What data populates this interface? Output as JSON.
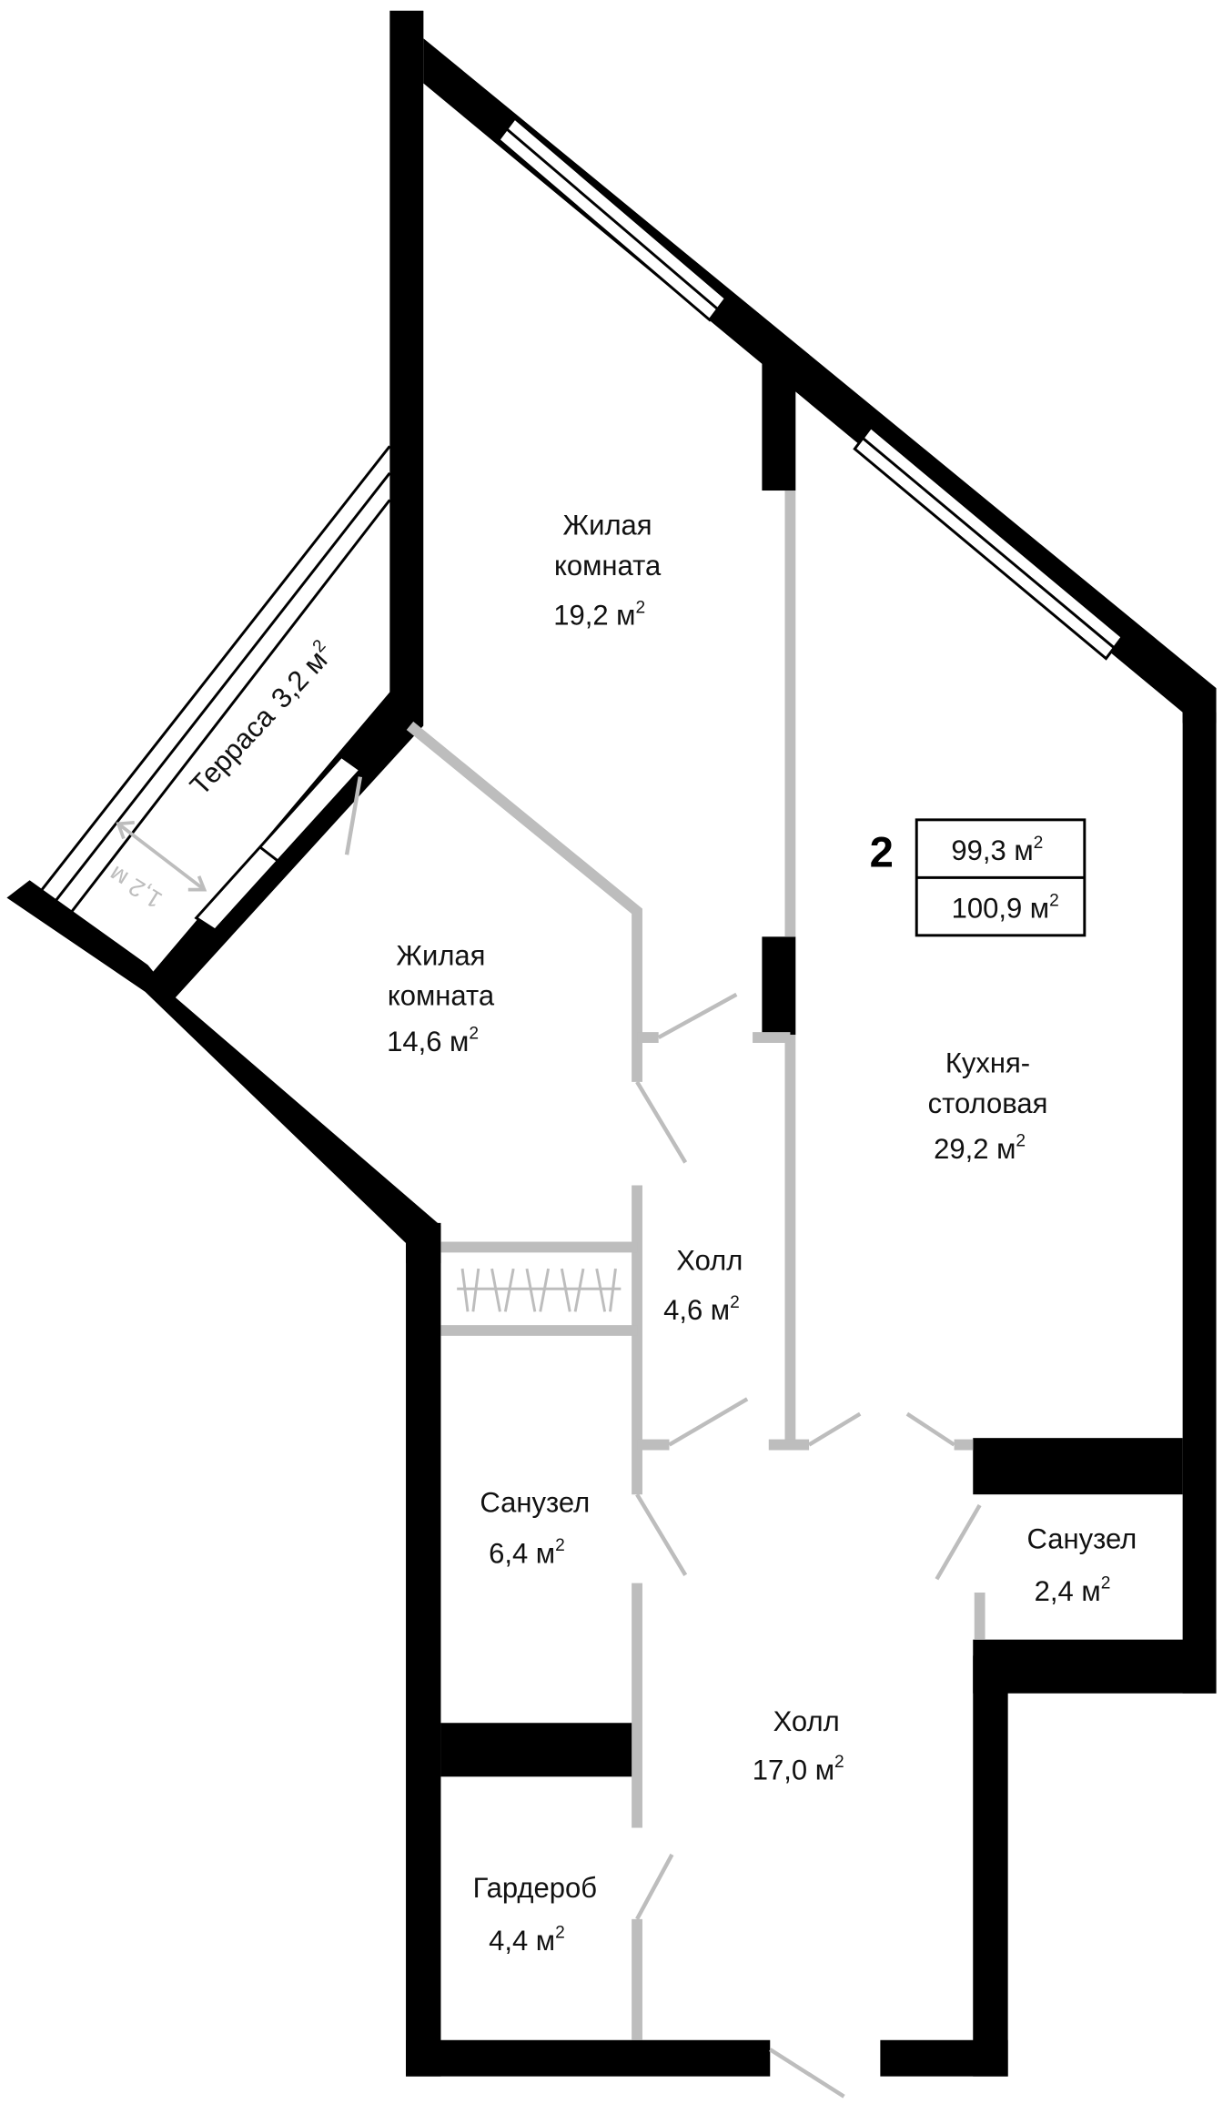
{
  "plan": {
    "apartment_number": "2",
    "area_living": "99,3 м",
    "area_total": "100,9 м",
    "superscript": "2",
    "rooms": [
      {
        "name_line1": "Жилая",
        "name_line2": "комната",
        "area": "19,2 м"
      },
      {
        "name_line1": "Жилая",
        "name_line2": "комната",
        "area": "14,6 м"
      },
      {
        "name_line1": "Кухня-",
        "name_line2": "столовая",
        "area": "29,2 м"
      },
      {
        "name_line1": "Холл",
        "area": "4,6 м"
      },
      {
        "name_line1": "Санузел",
        "area": "6,4 м"
      },
      {
        "name_line1": "Санузел",
        "area": "2,4 м"
      },
      {
        "name_line1": "Холл",
        "area": "17,0 м"
      },
      {
        "name_line1": "Гардероб",
        "area": "4,4 м"
      }
    ],
    "terrace": {
      "label": "Терраса",
      "area": "3,2 м",
      "depth": "1,2 м"
    }
  }
}
